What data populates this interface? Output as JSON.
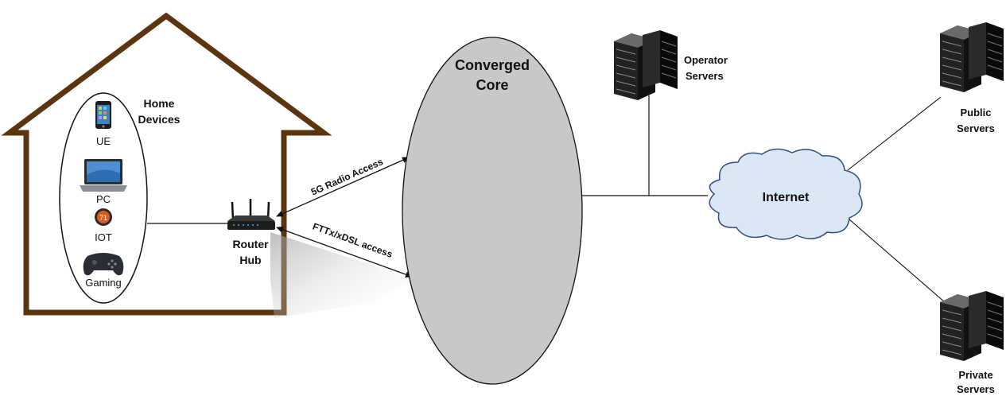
{
  "home": {
    "title_line1": "Home",
    "title_line2": "Devices",
    "devices": [
      {
        "label": "UE",
        "icon": "smartphone-icon"
      },
      {
        "label": "PC",
        "icon": "laptop-icon"
      },
      {
        "label": "IOT",
        "icon": "thermostat-icon"
      },
      {
        "label": "Gaming",
        "icon": "gamepad-icon"
      }
    ],
    "house_color": "#5a3510"
  },
  "router": {
    "line1": "Router",
    "line2": "Hub",
    "icon": "router-icon"
  },
  "links": {
    "radio": "5G Radio Access",
    "fixed": "FTTx/xDSL access"
  },
  "core": {
    "line1": "Converged",
    "line2": "Core",
    "fill": "#c8c8c8"
  },
  "internet": {
    "label": "Internet",
    "fill": "#dbe7f5",
    "stroke": "#2f4e7d"
  },
  "servers": {
    "operator": {
      "line1": "Operator",
      "line2": "Servers",
      "icon": "server-rack-icon"
    },
    "public": {
      "line1": "Public",
      "line2": "Servers",
      "icon": "server-rack-icon"
    },
    "private": {
      "line1": "Private",
      "line2": "Servers",
      "icon": "server-rack-icon"
    }
  }
}
